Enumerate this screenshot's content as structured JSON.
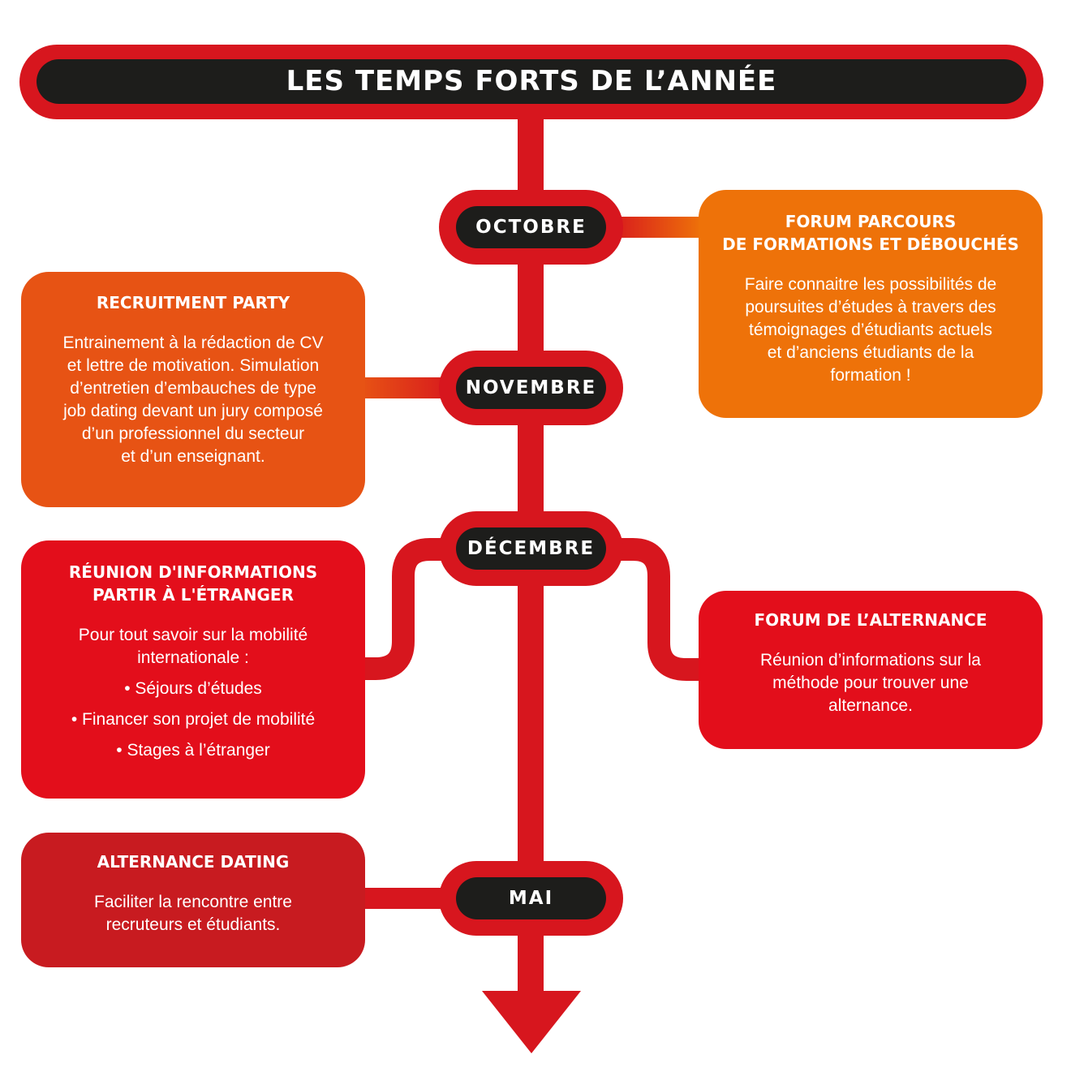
{
  "title": "LES TEMPS FORTS DE L’ANNÉE",
  "colors": {
    "line": "#d7161e",
    "pill": "#1d1d1b",
    "orange_light": "#ee7209",
    "orange_dark": "#e75314",
    "red": "#e30e1b",
    "red_dark": "#c81b20"
  },
  "months": [
    {
      "id": "octobre",
      "label": "OCTOBRE"
    },
    {
      "id": "novembre",
      "label": "NOVEMBRE"
    },
    {
      "id": "decembre",
      "label": "DÉCEMBRE"
    },
    {
      "id": "mai",
      "label": "MAI"
    }
  ],
  "events": {
    "forum_parcours": {
      "month": "OCTOBRE",
      "title": "FORUM PARCOURS\nDE FORMATIONS ET DÉBOUCHÉS",
      "text": "Faire connaitre les possibilités de\npoursuites d’études à travers des\ntémoignages d’étudiants actuels\net d’anciens étudiants de la\nformation !"
    },
    "recruitment_party": {
      "month": "NOVEMBRE",
      "title": "RECRUITMENT PARTY",
      "text": "Entrainement à la rédaction de CV\net lettre de motivation. Simulation\nd’entretien d’embauches de type\njob dating devant un jury composé\nd’un professionnel du secteur\net d’un enseignant."
    },
    "reunion_etranger": {
      "month": "DÉCEMBRE",
      "title": "RÉUNION D'INFORMATIONS\nPARTIR À L'ÉTRANGER",
      "text": "Pour tout savoir sur la mobilité\ninternationale :",
      "items": [
        "Séjours d’études",
        "Financer son projet de mobilité",
        "Stages à l’étranger"
      ]
    },
    "forum_alternance": {
      "month": "DÉCEMBRE",
      "title": "FORUM DE L’ALTERNANCE",
      "text": "Réunion d’informations sur la\nméthode pour trouver une\nalternance."
    },
    "alternance_dating": {
      "month": "MAI",
      "title": "ALTERNANCE DATING",
      "text": "Faciliter la rencontre entre\nrecruteurs et étudiants."
    }
  }
}
